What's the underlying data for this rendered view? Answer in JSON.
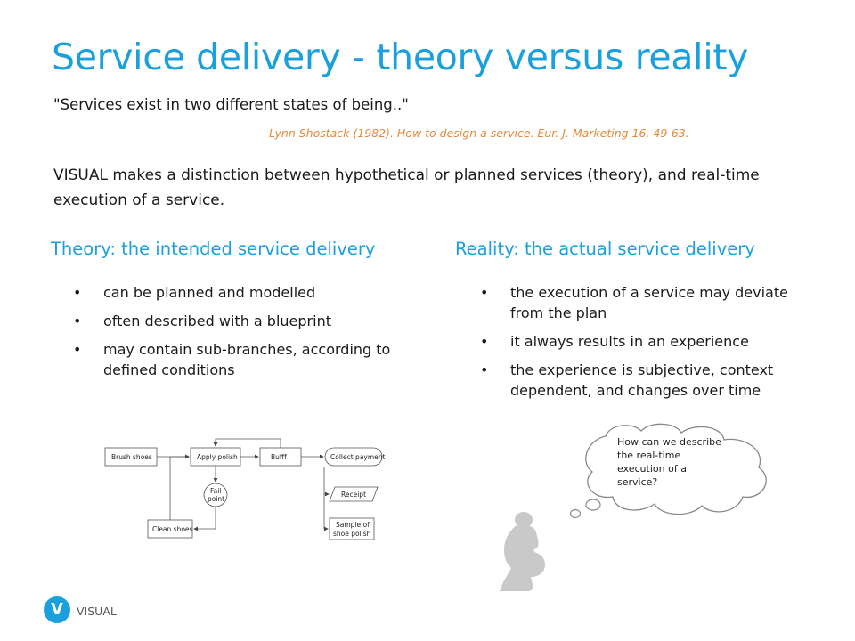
{
  "slide": {
    "title": "Service delivery - theory versus reality",
    "quote": "\"Services exist in two different states of being..\"",
    "citation": "Lynn Shostack (1982). How to design a service. Eur. J. Marketing 16, 49-63.",
    "intro": "VISUAL makes a distinction between hypothetical or planned services (theory), and real-time execution of a service."
  },
  "theory": {
    "heading": "Theory: the intended service delivery",
    "bullets": [
      "can be planned and modelled",
      "often described with a blueprint",
      "may contain sub-branches, according to defined conditions"
    ]
  },
  "reality": {
    "heading": "Reality: the actual service delivery",
    "bullets": [
      "the execution of a service may deviate from the plan",
      "it always results in an experience",
      "the experience is subjective, context dependent, and changes over time"
    ]
  },
  "blueprint": {
    "brush": "Brush shoes",
    "apply": "Apply polish",
    "buff": "Bufff",
    "collect": "Collect payment",
    "fail_1": "Fail",
    "fail_2": "point",
    "receipt": "Receipt",
    "sample_1": "Sample of",
    "sample_2": "shoe polish",
    "clean": "Clean shoes"
  },
  "thought": {
    "text": "How can we describe the real-time execution of a service?"
  },
  "logo": {
    "badge": "V",
    "name": "VISUAL"
  }
}
